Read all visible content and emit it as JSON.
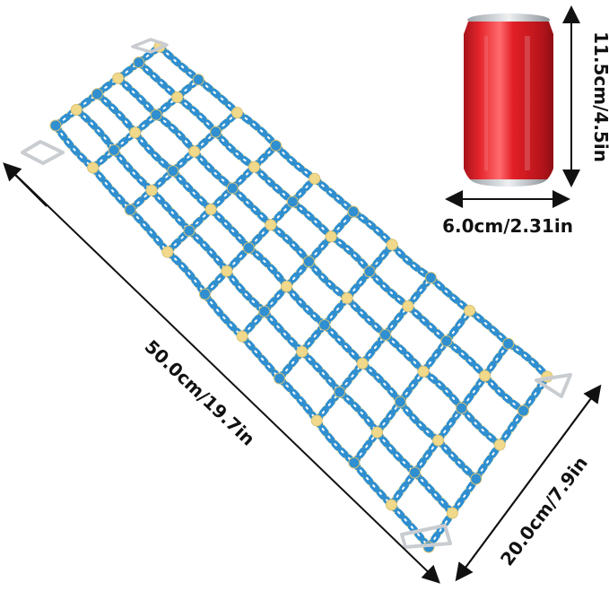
{
  "product": {
    "name": "rope net",
    "rope_colors": [
      "#f0d98a",
      "#2f8fd0",
      "#ffffff"
    ],
    "hook_color": "#d8dadd"
  },
  "can": {
    "name": "soda can",
    "body_color": "#e21f26",
    "lid_color": "#cfd3d6"
  },
  "dimensions": {
    "length": "50.0cm/19.7in",
    "width": "20.0cm/7.9in",
    "can_height": "11.5cm/4.5in",
    "can_width": "6.0cm/2.31in"
  },
  "colors": {
    "arrow": "#111111",
    "text": "#111111"
  }
}
